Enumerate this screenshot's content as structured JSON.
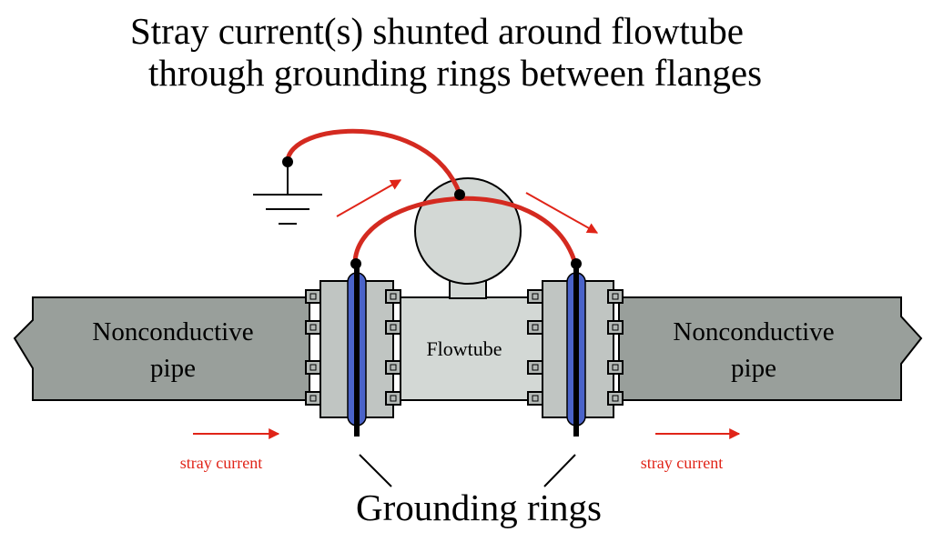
{
  "title": {
    "line1": "Stray current(s) shunted around flowtube",
    "line2": "through grounding rings between flanges"
  },
  "labels": {
    "left_pipe_line1": "Nonconductive",
    "left_pipe_line2": "pipe",
    "right_pipe_line1": "Nonconductive",
    "right_pipe_line2": "pipe",
    "flowtube": "Flowtube",
    "stray_current_left": "stray current",
    "stray_current_right": "stray current",
    "grounding_rings": "Grounding rings"
  },
  "colors": {
    "pipe": "#999f9b",
    "flowtube": "#d3d8d5",
    "flange": "#c0c5c2",
    "ring": "#4a63c9",
    "wire": "#d42a20",
    "arrow": "#e02418"
  }
}
